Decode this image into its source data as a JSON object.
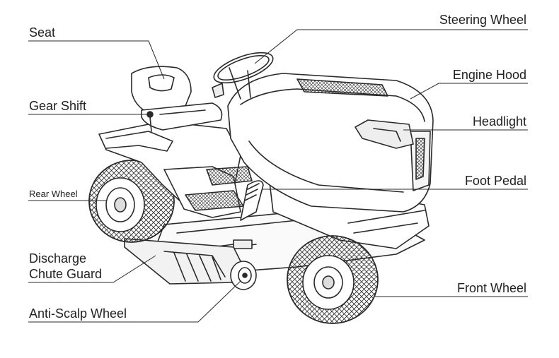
{
  "diagram": {
    "labels": {
      "seat": "Seat",
      "gear_shift": "Gear Shift",
      "rear_wheel": "Rear Wheel",
      "discharge_line1": "Discharge",
      "discharge_line2": "Chute Guard",
      "anti_scalp_wheel": "Anti-Scalp Wheel",
      "steering_wheel": "Steering Wheel",
      "engine_hood": "Engine Hood",
      "headlight": "Headlight",
      "foot_pedal": "Foot Pedal",
      "front_wheel": "Front Wheel"
    },
    "colors": {
      "line": "#2a2a2a",
      "text": "#222222",
      "background": "#ffffff",
      "shade": "#e8e8e8"
    }
  }
}
